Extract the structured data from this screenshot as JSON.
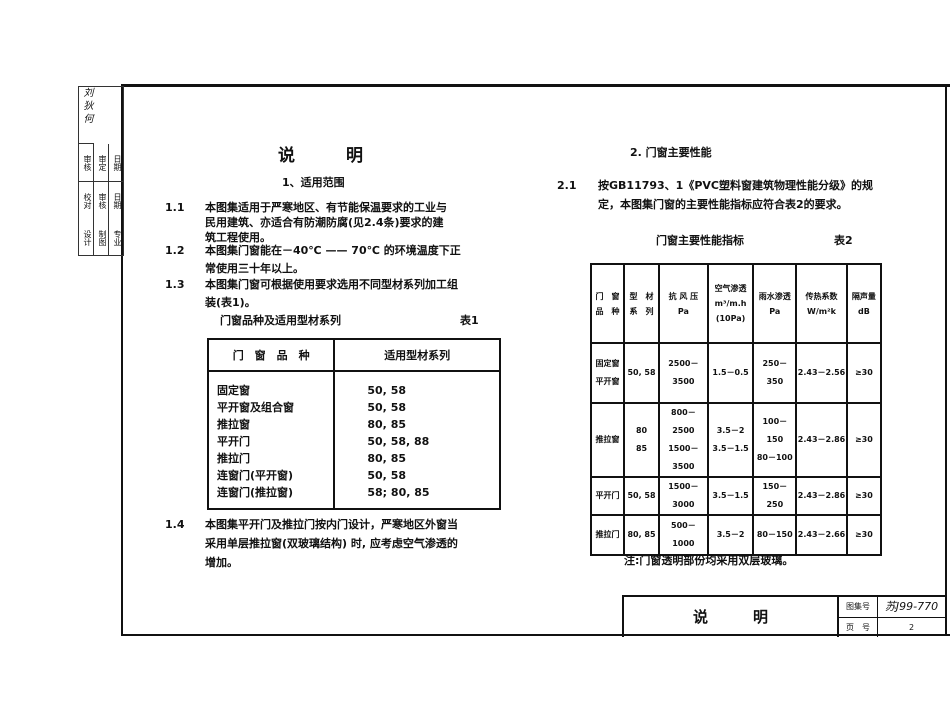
{
  "stamp": {
    "signatures": "刘 狄 何",
    "cells": [
      [
        "审核",
        "校对",
        "设计"
      ],
      [
        "审定",
        "审核",
        "制图"
      ],
      [
        "日期",
        "日期",
        "专业"
      ]
    ]
  },
  "left": {
    "title": "说　　　明",
    "section1": "1、适用范围",
    "items": [
      {
        "num": "1.1",
        "lines": [
          "本图集适用于严寒地区、有节能保温要求的工业与",
          "民用建筑、亦适合有防潮防腐(见2.4条)要求的建",
          "筑工程使用。"
        ]
      },
      {
        "num": "1.2",
        "lines": [
          "本图集门窗能在－40℃ —— 70℃ 的环境温度下正",
          "常使用三十年以上。"
        ]
      },
      {
        "num": "1.3",
        "lines": [
          "本图集门窗可根据使用要求选用不同型材系列加工组",
          "装(表1)。"
        ]
      }
    ],
    "table1": {
      "caption": "门窗品种及适用型材系列",
      "label": "表1",
      "headers": [
        "门　窗　品　种",
        "适用型材系列"
      ],
      "rows": [
        [
          "固定窗",
          "50, 58"
        ],
        [
          "平开窗及组合窗",
          "50, 58"
        ],
        [
          "推拉窗",
          "80, 85"
        ],
        [
          "平开门",
          "50, 58, 88"
        ],
        [
          "推拉门",
          "80, 85"
        ],
        [
          "连窗门(平开窗)",
          "50, 58"
        ],
        [
          "连窗门(推拉窗)",
          "58; 80, 85"
        ]
      ]
    },
    "item14": {
      "num": "1.4",
      "lines": [
        "本图集平开门及推拉门按内门设计，严寒地区外窗当",
        "采用单层推拉窗(双玻璃结构) 时, 应考虑空气渗透的",
        "增加。"
      ]
    }
  },
  "right": {
    "section2": "2. 门窗主要性能",
    "item21": {
      "num": "2.1",
      "lines": [
        "按GB11793、1《PVC塑料窗建筑物理性能分级》的规",
        "定，本图集门窗的主要性能指标应符合表2的要求。"
      ]
    },
    "table2": {
      "caption": "门窗主要性能指标",
      "label": "表2",
      "headers": [
        [
          "门　窗",
          "品　种"
        ],
        [
          "型　材",
          "系　列"
        ],
        [
          "抗 风 压",
          "Pa"
        ],
        [
          "空气渗透",
          "m³/m.h",
          "(10Pa)"
        ],
        [
          "雨水渗透",
          "Pa"
        ],
        [
          "传热系数",
          "W/m²k"
        ],
        [
          "隔声量",
          "dB"
        ]
      ],
      "rows": [
        [
          "固定窗\n平开窗",
          "50, 58",
          "2500－3500",
          "1.5－0.5",
          "250－350",
          "2.43－2.56",
          "≥30"
        ],
        [
          "推拉窗",
          "80\n85",
          "800－2500\n1500－3500",
          "3.5－2\n3.5－1.5",
          "100－150\n80－100",
          "2.43－2.86",
          "≥30"
        ],
        [
          "平开门",
          "50, 58",
          "1500－3000",
          "3.5－1.5",
          "150－250",
          "2.43－2.86",
          "≥30"
        ],
        [
          "推拉门",
          "80, 85",
          "500－1000",
          "3.5－2",
          "80－150",
          "2.43－2.66",
          "≥30"
        ]
      ]
    },
    "note": "注:门窗透明部份均采用双层玻璃。"
  },
  "titleblock": {
    "title": "说　　　明",
    "atlas_label": "图集号",
    "atlas_no": "苏J99-770",
    "page_label": "页　号",
    "page_no": "2"
  }
}
